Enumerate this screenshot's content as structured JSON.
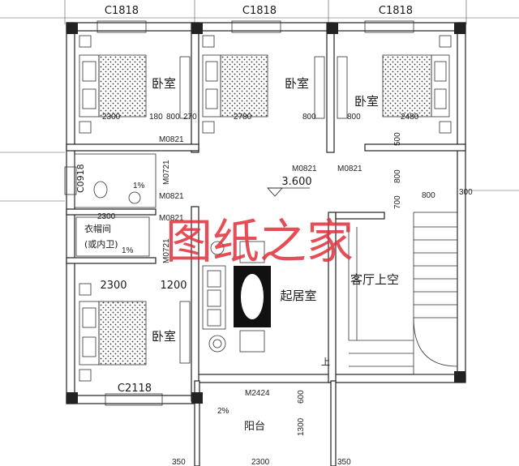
{
  "drawing": {
    "window_labels": [
      "C1818",
      "C1818",
      "C1818",
      "C0918",
      "C2118"
    ],
    "rooms": {
      "bedroom": "卧室",
      "living": "起居室",
      "void": "客厅上空",
      "balcony": "阳台",
      "closet_line1": "衣帽间",
      "closet_line2": "(或内卫)"
    },
    "doors": [
      "M0821",
      "M0821",
      "M0821",
      "M0721",
      "M0821",
      "M0721",
      "M0821",
      "M2424"
    ],
    "dimensions": [
      "2300",
      "180",
      "800",
      "270",
      "2780",
      "800",
      "800",
      "2480",
      "500",
      "800",
      "700",
      "800",
      "300",
      "2300",
      "1200",
      "600",
      "1300",
      "2300",
      "2300",
      "350",
      "350"
    ],
    "elevation": "3.600",
    "slopes": [
      "1%",
      "1%",
      "2%"
    ],
    "stair_mark": "上",
    "watermark": "图纸之家"
  }
}
